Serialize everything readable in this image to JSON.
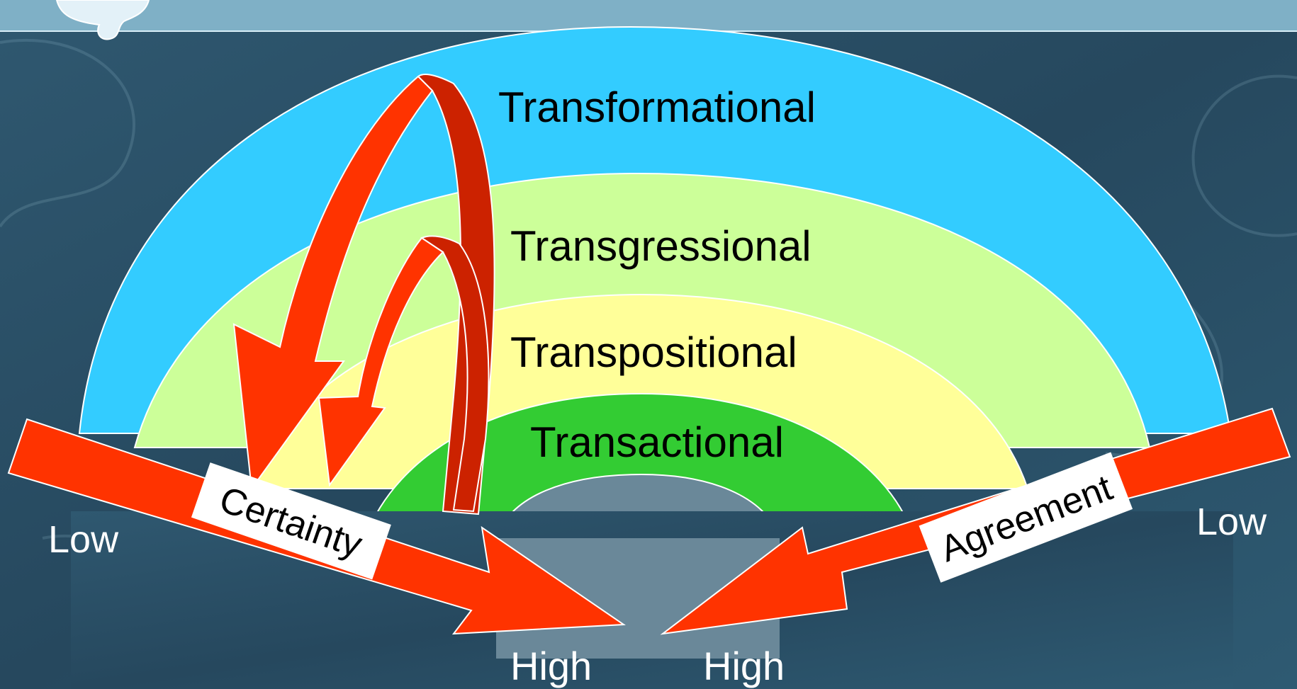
{
  "layers": [
    {
      "id": "transformational",
      "label": "Transformational",
      "color": "#33ccff"
    },
    {
      "id": "transgressional",
      "label": "Transgressional",
      "color": "#ccff99"
    },
    {
      "id": "transpositional",
      "label": "Transpositional",
      "color": "#ffff99"
    },
    {
      "id": "transactional",
      "label": "Transactional",
      "color": "#33cc33"
    }
  ],
  "axes": {
    "certainty": {
      "label": "Certainty",
      "low_label": "Low",
      "high_label": "High"
    },
    "agreement": {
      "label": "Agreement",
      "low_label": "Low",
      "high_label": "High"
    }
  },
  "colors": {
    "background": "#2b4f66",
    "arrow": "#ff3300",
    "arrow_dark": "#cc2200",
    "inner_void": "#6a8899"
  }
}
